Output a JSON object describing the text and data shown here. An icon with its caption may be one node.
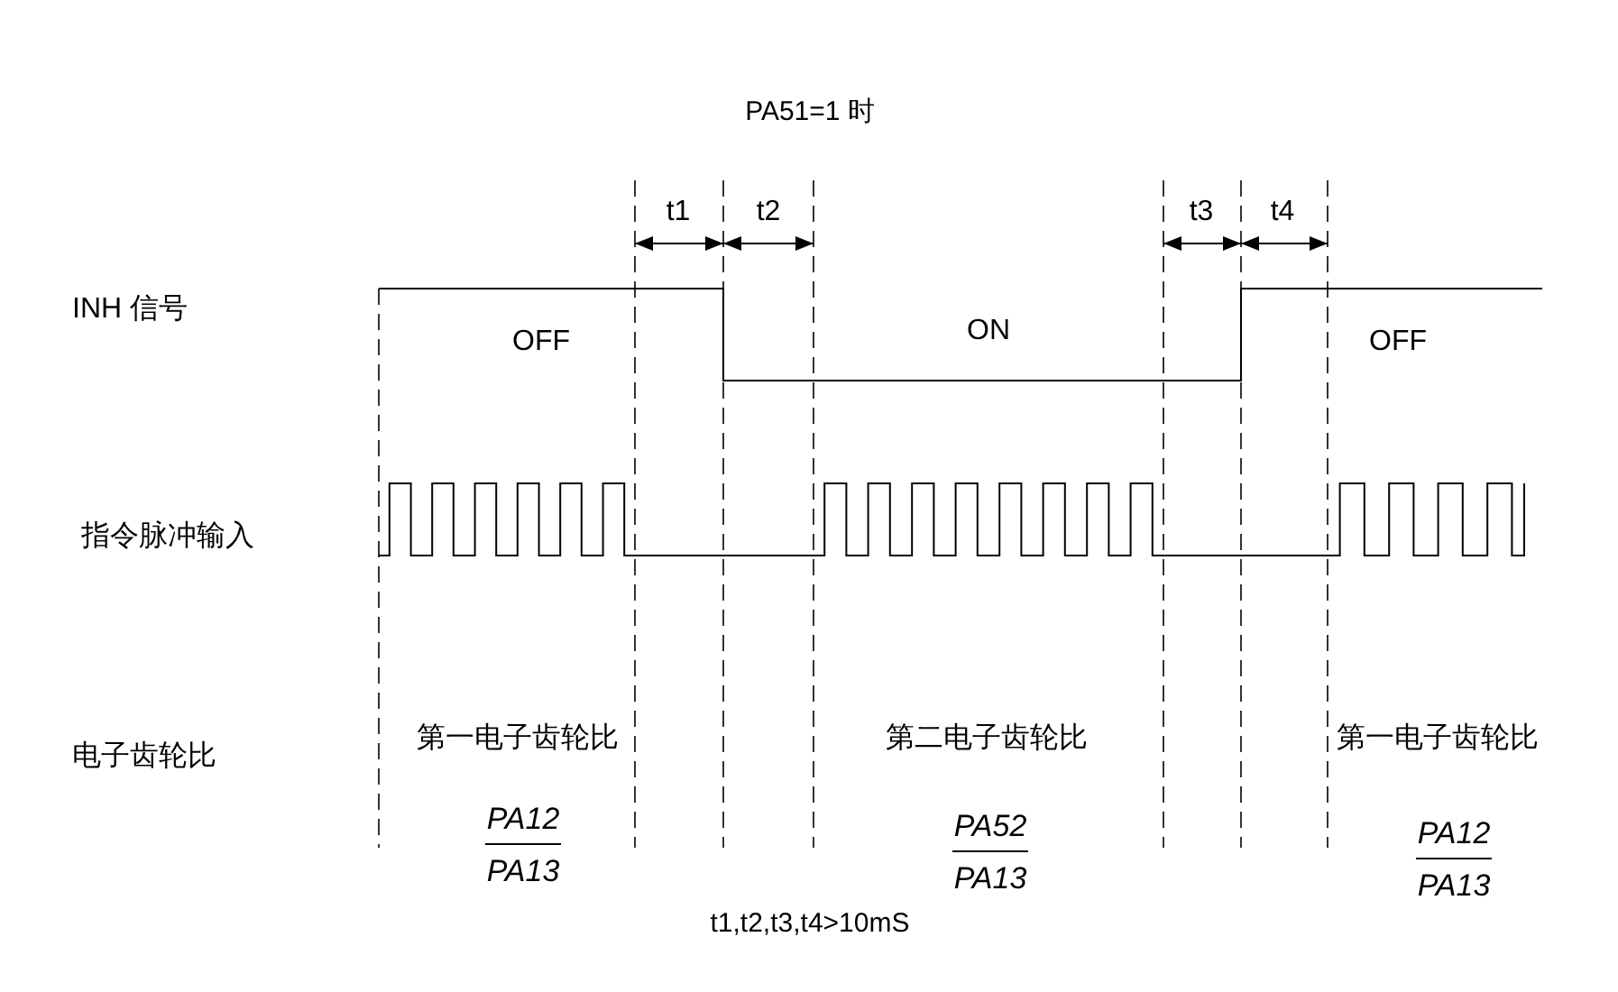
{
  "diagram": {
    "title": "PA51=1 时",
    "caption": "t1,t2,t3,t4>10mS",
    "labels": [
      "t1",
      "t2",
      "t3",
      "t4",
      "INH 信号",
      "OFF",
      "ON",
      "OFF",
      "指令脉冲输入",
      "电子齿轮比",
      "第一电子齿轮比",
      "第二电子齿轮比",
      "第一电子齿轮比",
      "PA12",
      "PA52",
      "PA12",
      "PA13",
      "PA13",
      "PA13"
    ]
  }
}
